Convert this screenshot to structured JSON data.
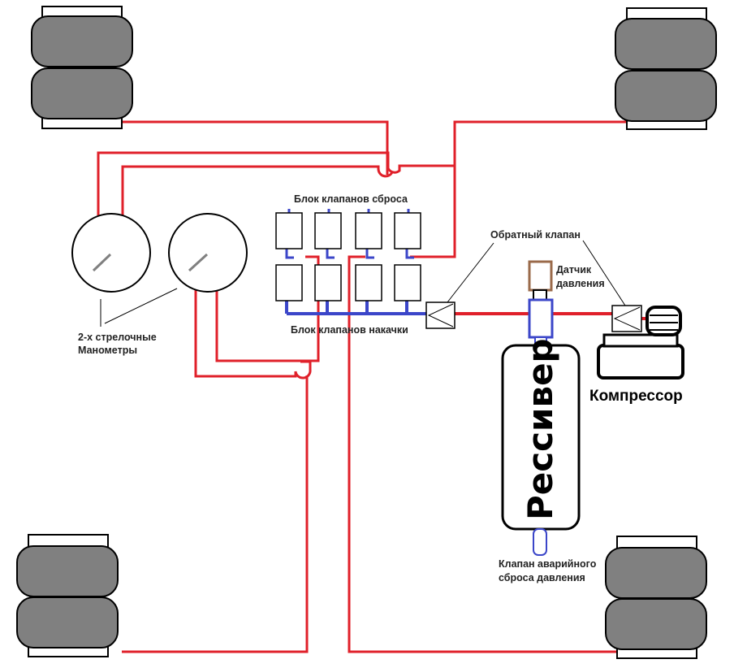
{
  "labels": {
    "dump_valve_block": "Блок клапанов сброса",
    "inflate_valve_block": "Блок клапанов накачки",
    "check_valve": "Обратный клапан",
    "pressure_sensor_line1": "Датчик",
    "pressure_sensor_line2": "давления",
    "gauges_line1": "2-х стрелочные",
    "gauges_line2": "Манометры",
    "compressor": "Компрессор",
    "receiver": "Рессивер",
    "emergency_valve_line1": "Клапан аварийного",
    "emergency_valve_line2": "сброса давления"
  },
  "colors": {
    "pressure_line": "#e0202a",
    "valve_line": "#3b46c9",
    "air_bag": "#808080",
    "sensor": "#9a6a4a",
    "outline": "#000000"
  },
  "icons": [
    "air-bag-icon",
    "pressure-gauge-icon",
    "solenoid-valve-icon",
    "check-valve-icon",
    "pressure-sensor-icon",
    "compressor-icon",
    "receiver-tank-icon",
    "emergency-valve-icon"
  ]
}
